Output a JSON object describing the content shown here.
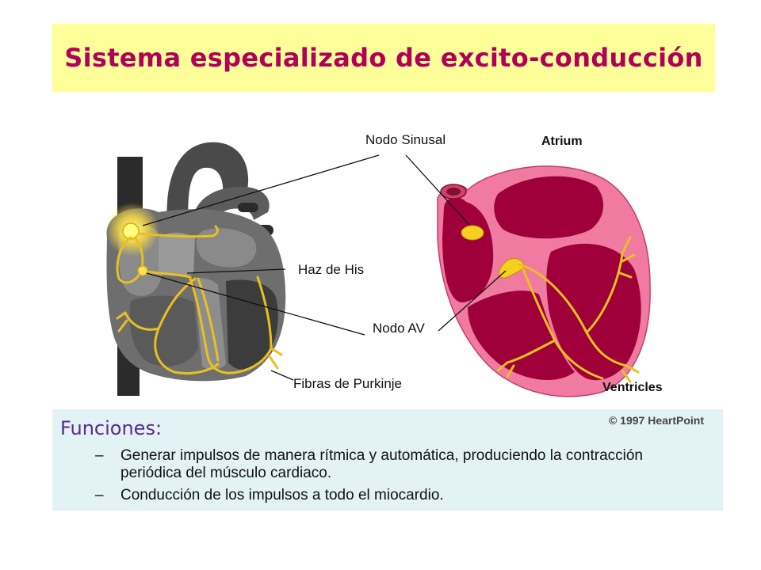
{
  "title": "Sistema especializado de excito-conducción",
  "labels": {
    "nodo_sinusal": "Nodo Sinusal",
    "haz_de_his": "Haz de His",
    "nodo_av": "Nodo AV",
    "fibras_purkinje": "Fibras de Purkinje",
    "atrium": "Atrium",
    "ventricles": "Ventricles"
  },
  "copyright": "© 1997 HeartPoint",
  "functions": {
    "title": "Funciones:",
    "dash": "–",
    "items": [
      "Generar impulsos de manera rítmica  y automática, produciendo la contracción periódica del músculo cardiaco.",
      "Conducción de los impulsos a todo el miocardio."
    ]
  },
  "colors": {
    "title_text": "#b0005a",
    "title_bg": "#ffff99",
    "myocardium": "#a0003a",
    "pericardium": "#f07aa0",
    "conduction": "#e8c020",
    "functions_bg": "#e3f3f5",
    "functions_title": "#5a2a8a"
  }
}
